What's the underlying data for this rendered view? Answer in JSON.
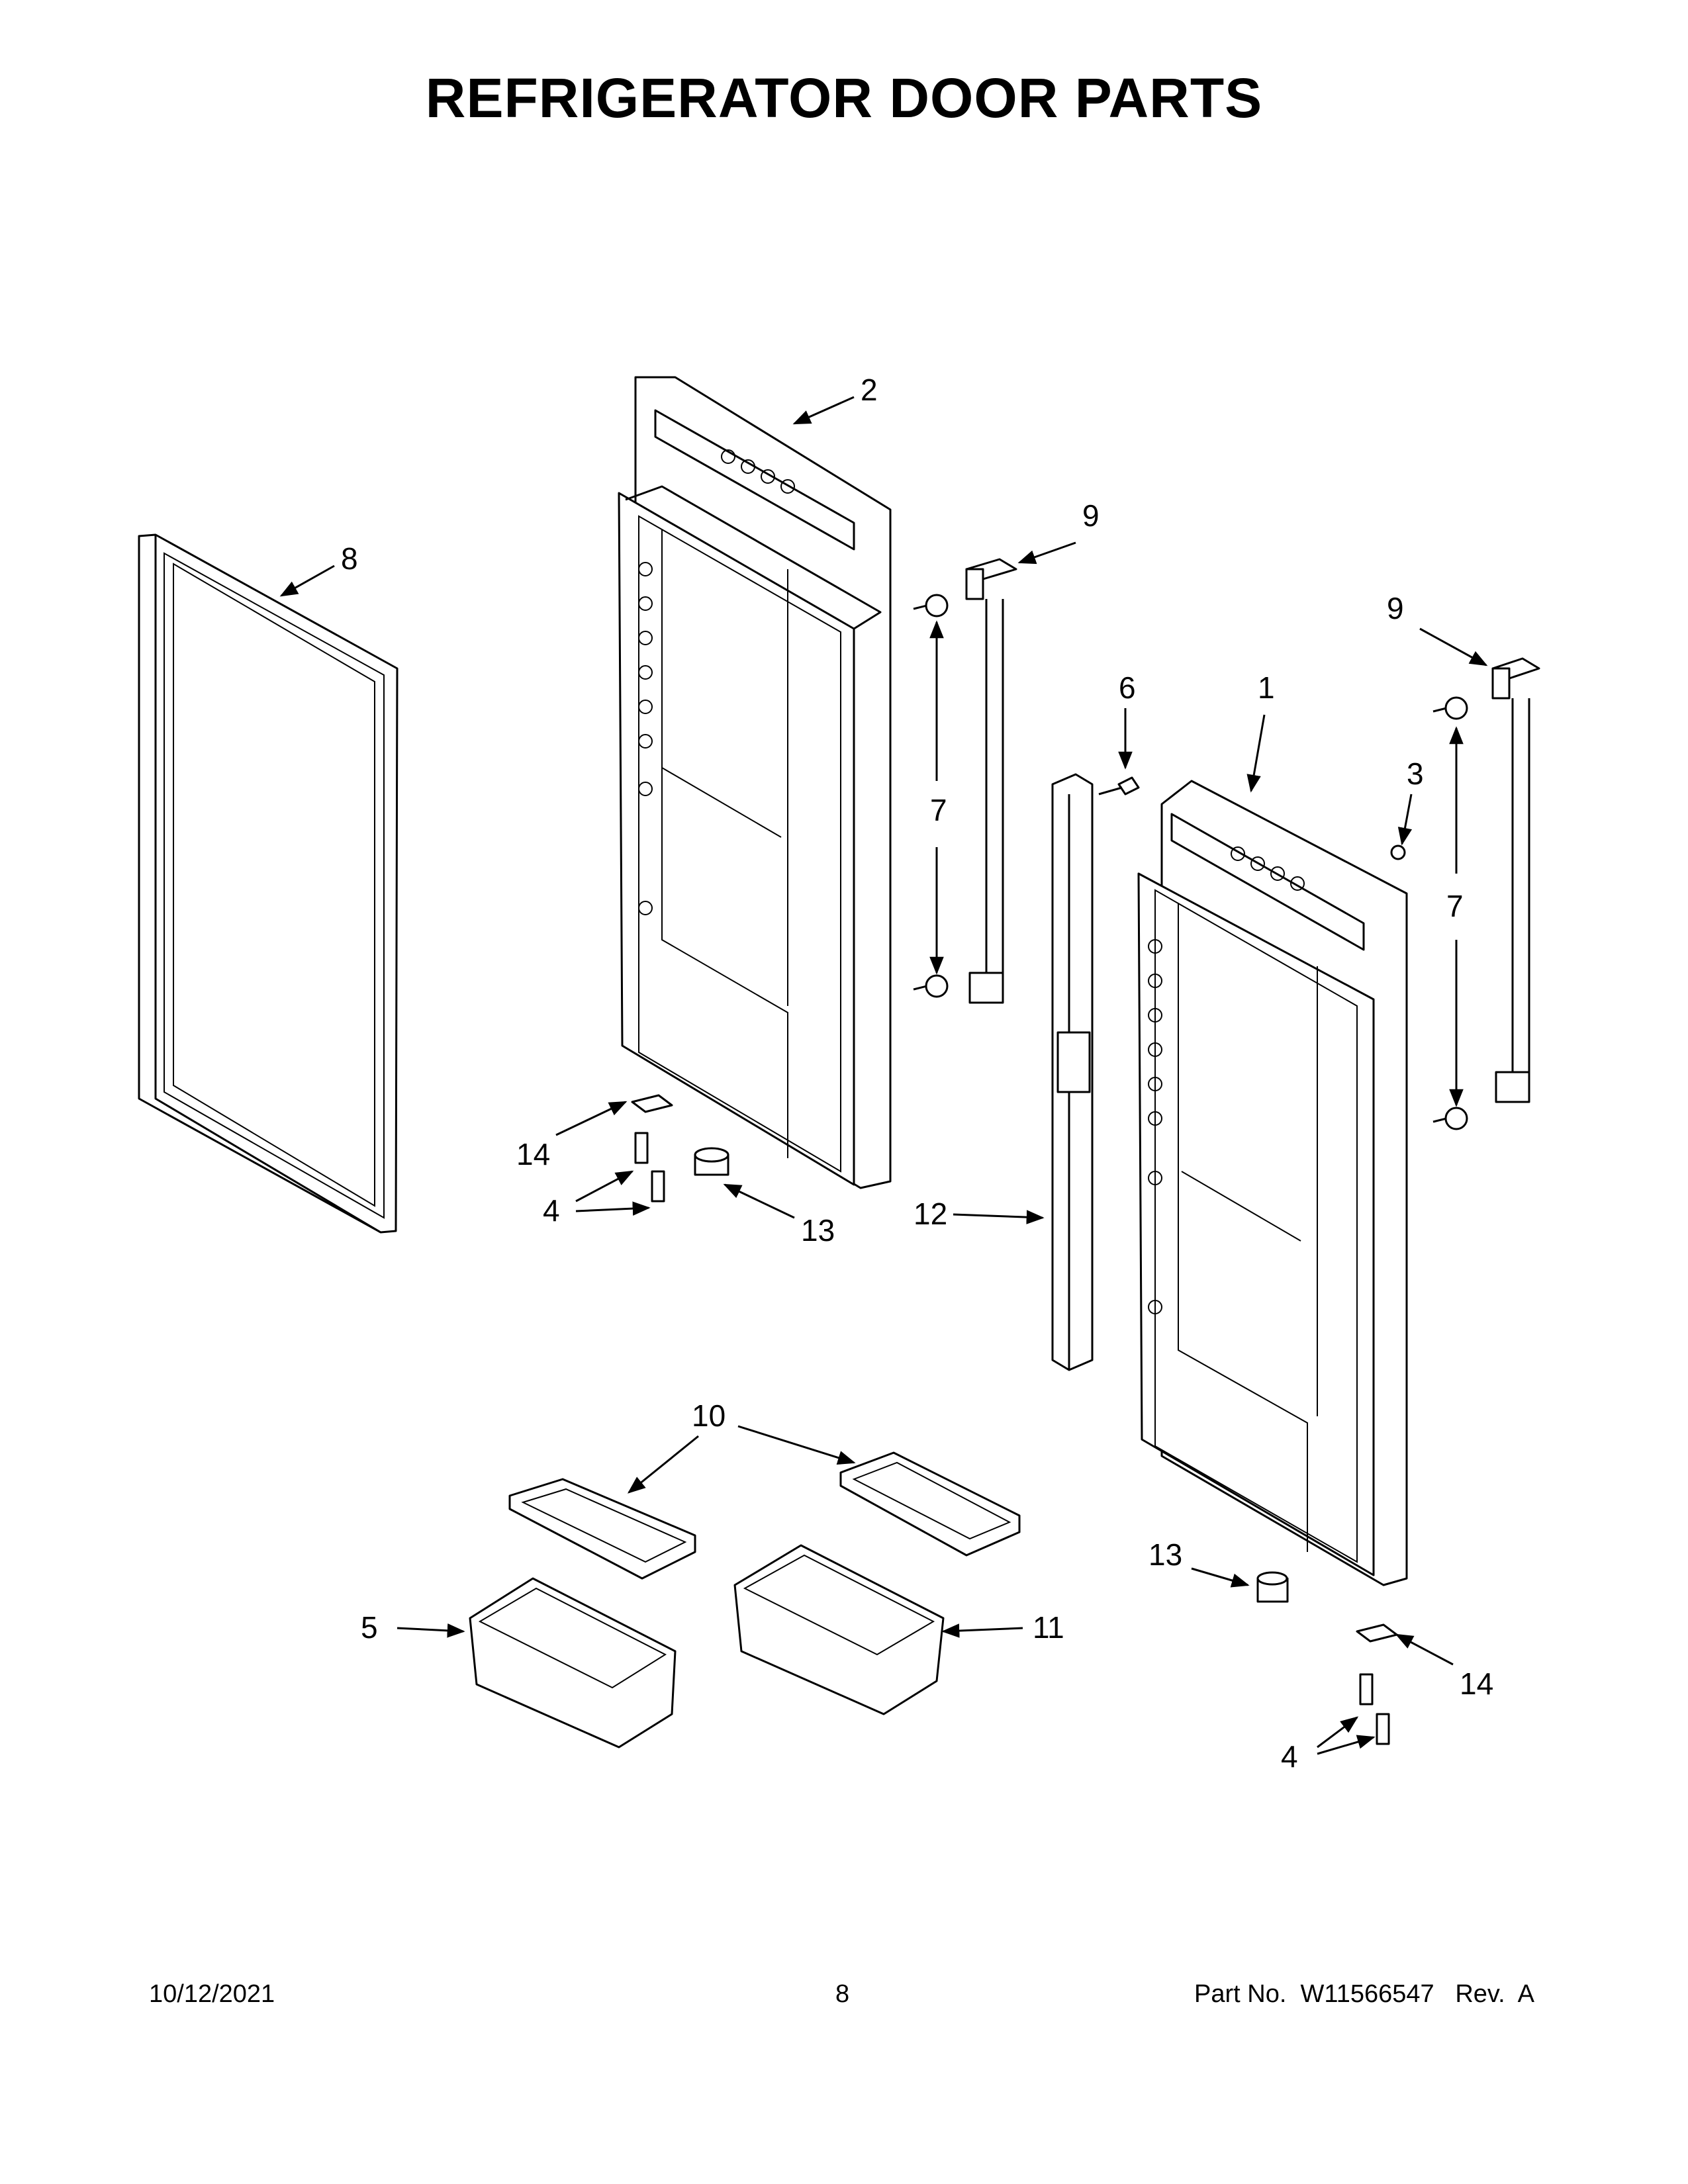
{
  "title": "REFRIGERATOR DOOR PARTS",
  "callouts": {
    "c1": "1",
    "c2": "2",
    "c3": "3",
    "c4a": "4",
    "c4b": "4",
    "c5": "5",
    "c6": "6",
    "c7a": "7",
    "c7b": "7",
    "c8": "8",
    "c9a": "9",
    "c9b": "9",
    "c10": "10",
    "c11": "11",
    "c12": "12",
    "c13a": "13",
    "c13b": "13",
    "c14a": "14",
    "c14b": "14"
  },
  "footer": {
    "date": "10/12/2021",
    "page": "8",
    "part": "Part No.  W11566547   Rev.  A"
  }
}
